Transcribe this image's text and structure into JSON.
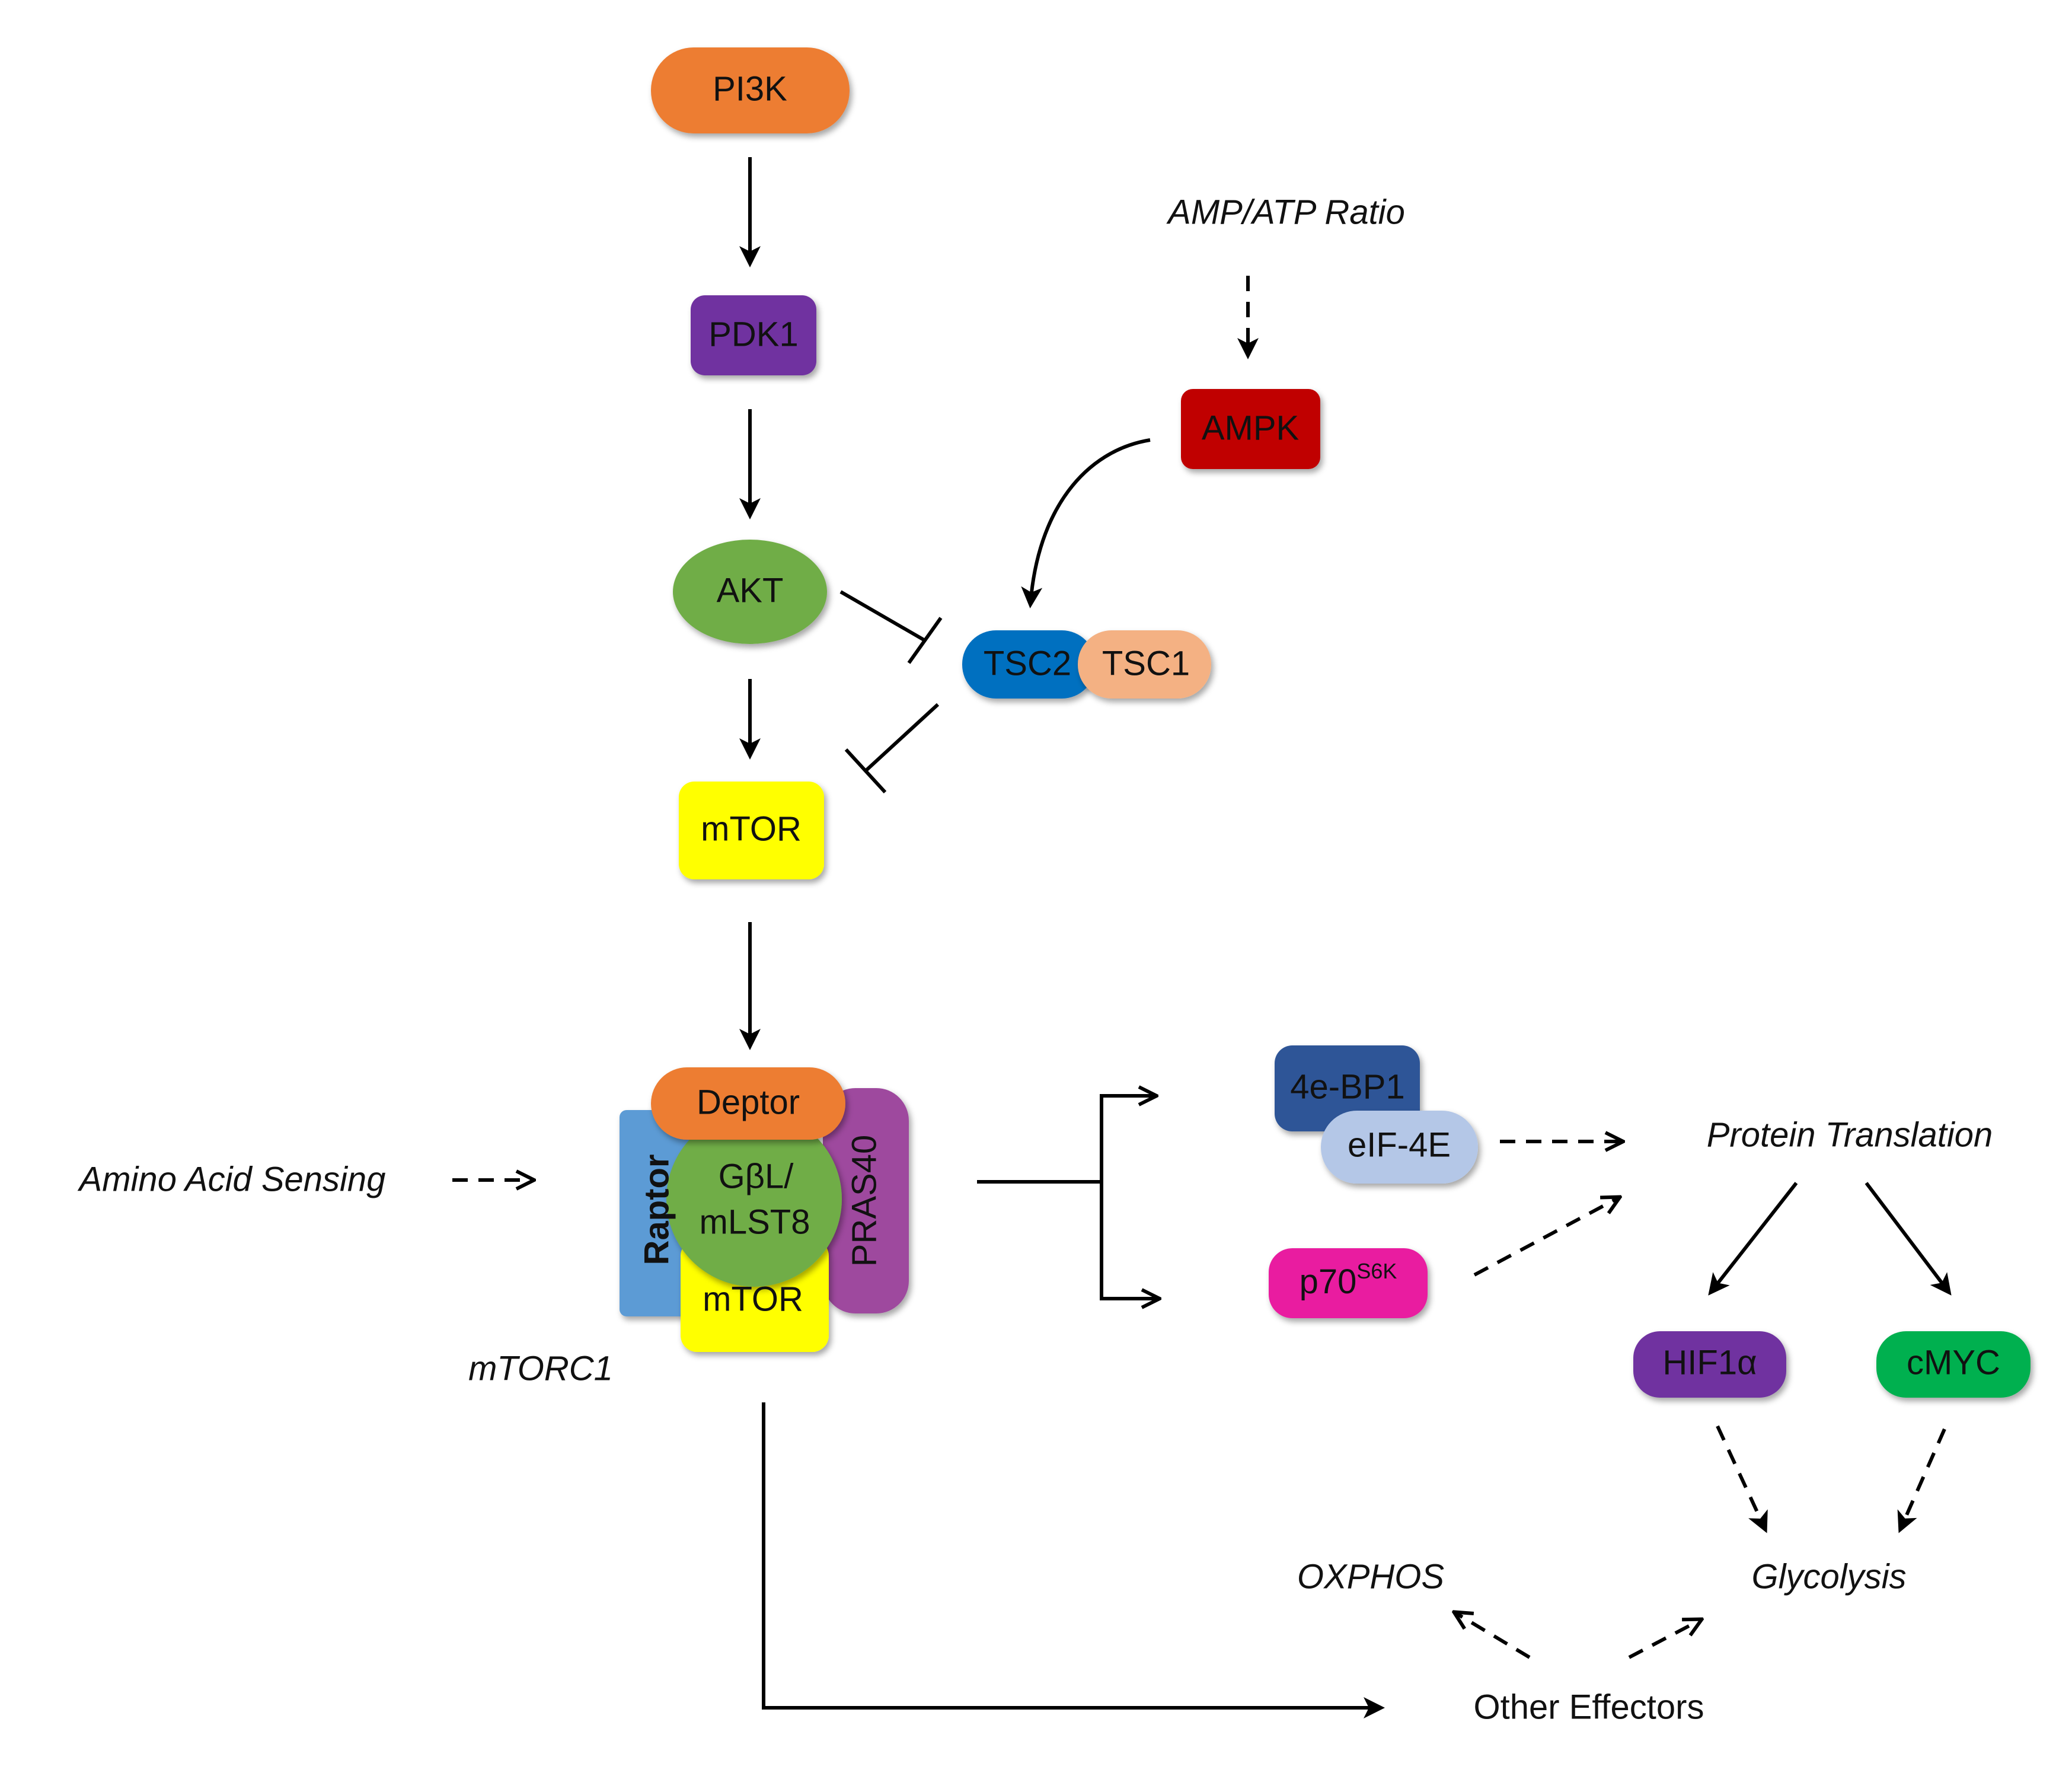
{
  "nodes": {
    "pi3k": "PI3K",
    "pdk1": "PDK1",
    "akt": "AKT",
    "mtor": "mTOR",
    "ampk": "AMPK",
    "tsc2": "TSC2",
    "tsc1": "TSC1",
    "deptor": "Deptor",
    "raptor": "Raptor",
    "gbl": "GβL/",
    "mlst8": "mLST8",
    "mtor_complex": "mTOR",
    "pras40": "PRAS40",
    "ebp1": "4e-BP1",
    "eif4e": "eIF-4E",
    "p70": "p70",
    "p70_sup": "S6K",
    "hif1a": "HIF1α",
    "cmyc": "cMYC"
  },
  "labels": {
    "amp_atp": "AMP/ATP Ratio",
    "amino_acid": "Amino Acid Sensing",
    "mtorc1": "mTORC1",
    "protein_translation": "Protein Translation",
    "oxphos": "OXPHOS",
    "glycolysis": "Glycolysis",
    "other_effectors": "Other Effectors"
  },
  "colors": {
    "pi3k": "#ED7D31",
    "pdk1": "#7030A0",
    "akt": "#70AD47",
    "mtor": "#FFFF00",
    "ampk": "#C00000",
    "tsc2": "#0070C0",
    "tsc1": "#F4B183",
    "deptor": "#ED7D31",
    "raptor": "#5B9BD5",
    "gbl": "#70AD47",
    "pras40": "#9E4A9E",
    "ebp1": "#2F5597",
    "eif4e": "#B4C7E7",
    "p70": "#E91EA0",
    "hif1a": "#7030A0",
    "cmyc": "#00B050"
  }
}
